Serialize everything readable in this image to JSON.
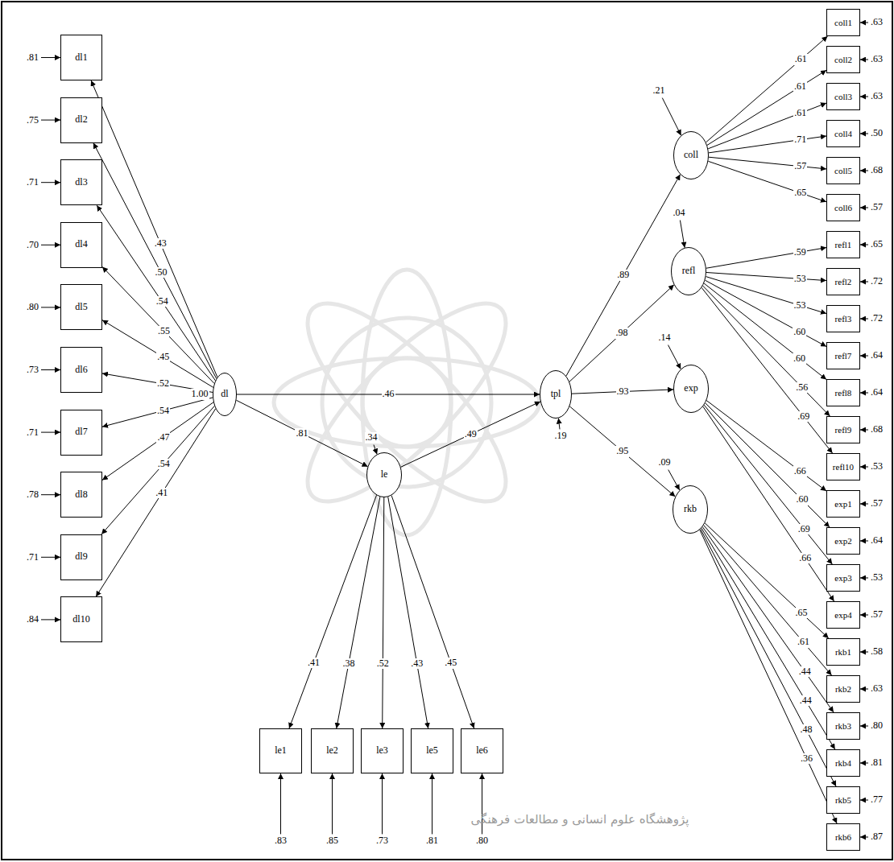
{
  "diagram": {
    "nodes": [
      {
        "text": [
          "dl1"
        ]
      },
      {
        "text": [
          "dl2"
        ]
      },
      {
        "text": [
          "dl3"
        ]
      },
      {
        "text": [
          "dl4"
        ]
      },
      {
        "text": [
          "dl5"
        ]
      },
      {
        "text": [
          "dl6"
        ]
      },
      {
        "text": [
          "dl7"
        ]
      },
      {
        "text": [
          "dl8"
        ]
      },
      {
        "text": [
          "dl9"
        ]
      },
      {
        "text": [
          "dl10"
        ]
      },
      {
        "text": [
          "dl"
        ]
      },
      {
        "text": [
          "le"
        ]
      },
      {
        "text": [
          "le1"
        ]
      },
      {
        "text": [
          "le2"
        ]
      },
      {
        "text": [
          "le3"
        ]
      },
      {
        "text": [
          "le5"
        ]
      },
      {
        "text": [
          "le6"
        ]
      },
      {
        "text": [
          "tpl"
        ]
      },
      {
        "text": [
          "coll"
        ]
      },
      {
        "text": [
          "coll1"
        ]
      },
      {
        "text": [
          "coll2"
        ]
      },
      {
        "text": [
          "coll3"
        ]
      },
      {
        "text": [
          "coll4"
        ]
      },
      {
        "text": [
          "coll5"
        ]
      },
      {
        "text": [
          "coll6"
        ]
      },
      {
        "text": [
          "refl"
        ]
      },
      {
        "text": [
          "refl1"
        ]
      },
      {
        "text": [
          "refl2"
        ]
      },
      {
        "text": [
          "refl3"
        ]
      },
      {
        "text": [
          "refl7"
        ]
      },
      {
        "text": [
          "refl8"
        ]
      },
      {
        "text": [
          "refl9"
        ]
      },
      {
        "text": [
          "refl10"
        ]
      },
      {
        "text": [
          "exp"
        ]
      },
      {
        "text": [
          "exp1"
        ]
      },
      {
        "text": [
          "exp2"
        ]
      },
      {
        "text": [
          "exp3"
        ]
      },
      {
        "text": [
          "exp4"
        ]
      },
      {
        "text": [
          "rkb"
        ]
      },
      {
        "text": [
          "rkb1"
        ]
      },
      {
        "text": [
          "rkb2"
        ]
      },
      {
        "text": [
          "rkb3"
        ]
      },
      {
        "text": [
          "rkb4"
        ]
      },
      {
        "text": [
          "rkb5"
        ]
      },
      {
        "text": [
          "rkb6"
        ]
      }
    ],
    "edges": [
      {
        "from": 10,
        "to": 0,
        "arrow": "to",
        "label": ".43"
      },
      {
        "from": 10,
        "to": 1,
        "arrow": "to",
        "label": ".50"
      },
      {
        "from": 10,
        "to": 2,
        "arrow": "to",
        "label": ".54"
      },
      {
        "from": 10,
        "to": 3,
        "arrow": "to",
        "label": ".55"
      },
      {
        "from": 10,
        "to": 4,
        "arrow": "to",
        "label": ".45"
      },
      {
        "from": 10,
        "to": 5,
        "arrow": "to",
        "label": ".52"
      },
      {
        "from": 10,
        "to": 6,
        "arrow": "to",
        "label": ".54"
      },
      {
        "from": 10,
        "to": 7,
        "arrow": "to",
        "label": ".47"
      },
      {
        "from": 10,
        "to": 8,
        "arrow": "to",
        "label": ".54"
      },
      {
        "from": 10,
        "to": 9,
        "arrow": "to",
        "label": ".41"
      },
      {
        "from": 10,
        "to": 17,
        "arrow": "to",
        "label": ".46"
      },
      {
        "from": 10,
        "to": 11,
        "arrow": "to",
        "label": ".81"
      },
      {
        "from": 11,
        "to": 17,
        "arrow": "to",
        "label": ".49"
      },
      {
        "from": 11,
        "to": 12,
        "arrow": "to",
        "label": ".41"
      },
      {
        "from": 11,
        "to": 13,
        "arrow": "to",
        "label": ".38"
      },
      {
        "from": 11,
        "to": 14,
        "arrow": "to",
        "label": ".52"
      },
      {
        "from": 11,
        "to": 15,
        "arrow": "to",
        "label": ".43"
      },
      {
        "from": 11,
        "to": 16,
        "arrow": "to",
        "label": ".45"
      },
      {
        "from": 17,
        "to": 18,
        "arrow": "to",
        "label": ".89"
      },
      {
        "from": 17,
        "to": 25,
        "arrow": "to",
        "label": ".98"
      },
      {
        "from": 17,
        "to": 33,
        "arrow": "to",
        "label": ".93"
      },
      {
        "from": 17,
        "to": 38,
        "arrow": "to",
        "label": ".95"
      },
      {
        "from": 18,
        "to": 19,
        "arrow": "to",
        "label": ".61"
      },
      {
        "from": 18,
        "to": 20,
        "arrow": "to",
        "label": ".61"
      },
      {
        "from": 18,
        "to": 21,
        "arrow": "to",
        "label": ".61"
      },
      {
        "from": 18,
        "to": 22,
        "arrow": "to",
        "label": ".71"
      },
      {
        "from": 18,
        "to": 23,
        "arrow": "to",
        "label": ".57"
      },
      {
        "from": 18,
        "to": 24,
        "arrow": "to",
        "label": ".65"
      },
      {
        "from": 25,
        "to": 26,
        "arrow": "to",
        "label": ".59"
      },
      {
        "from": 25,
        "to": 27,
        "arrow": "to",
        "label": ".53"
      },
      {
        "from": 25,
        "to": 28,
        "arrow": "to",
        "label": ".53"
      },
      {
        "from": 25,
        "to": 29,
        "arrow": "to",
        "label": ".60"
      },
      {
        "from": 25,
        "to": 30,
        "arrow": "to",
        "label": ".60"
      },
      {
        "from": 25,
        "to": 31,
        "arrow": "to",
        "label": ".56"
      },
      {
        "from": 25,
        "to": 32,
        "arrow": "to",
        "label": ".69"
      },
      {
        "from": 33,
        "to": 34,
        "arrow": "to",
        "label": ".66"
      },
      {
        "from": 33,
        "to": 35,
        "arrow": "to",
        "label": ".60"
      },
      {
        "from": 33,
        "to": 36,
        "arrow": "to",
        "label": ".69"
      },
      {
        "from": 33,
        "to": 37,
        "arrow": "to",
        "label": ".66"
      },
      {
        "from": 38,
        "to": 39,
        "arrow": "to",
        "label": ".65"
      },
      {
        "from": 38,
        "to": 40,
        "arrow": "to",
        "label": ".61"
      },
      {
        "from": 38,
        "to": 41,
        "arrow": "to",
        "label": ".44"
      },
      {
        "from": 38,
        "to": 42,
        "arrow": "to",
        "label": ".44"
      },
      {
        "from": 38,
        "to": 43,
        "arrow": "to",
        "label": ".48"
      },
      {
        "from": 38,
        "to": 44,
        "arrow": "to",
        "label": ".36"
      }
    ],
    "labels": [
      ".81",
      ".75",
      ".71",
      ".70",
      ".80",
      ".73",
      ".71",
      ".78",
      ".71",
      ".84",
      "1.00",
      ".34",
      ".83",
      ".85",
      ".73",
      ".81",
      ".80",
      ".19",
      ".21",
      ".63",
      ".63",
      ".63",
      ".50",
      ".68",
      ".57",
      ".04",
      ".65",
      ".72",
      ".72",
      ".64",
      ".64",
      ".68",
      ".53",
      ".14",
      ".57",
      ".64",
      ".53",
      ".57",
      ".09",
      ".58",
      ".63",
      ".80",
      ".81",
      ".77",
      ".87",
      "پژوهشگاه علوم انسانی و مطالعات فرهنگی"
    ]
  }
}
